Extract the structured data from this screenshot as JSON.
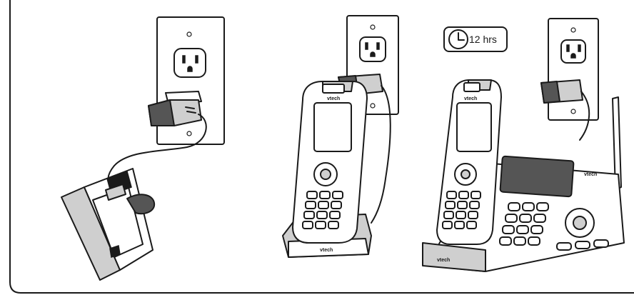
{
  "timer": {
    "label": "12 hrs",
    "icon": "clock-icon"
  },
  "brand": {
    "handset": "vtech",
    "base": "vtech"
  },
  "colors": {
    "ink": "#1a1a1a",
    "fill_gray": "#cfcfcf",
    "fill_dark": "#555555",
    "background": "#ffffff"
  }
}
